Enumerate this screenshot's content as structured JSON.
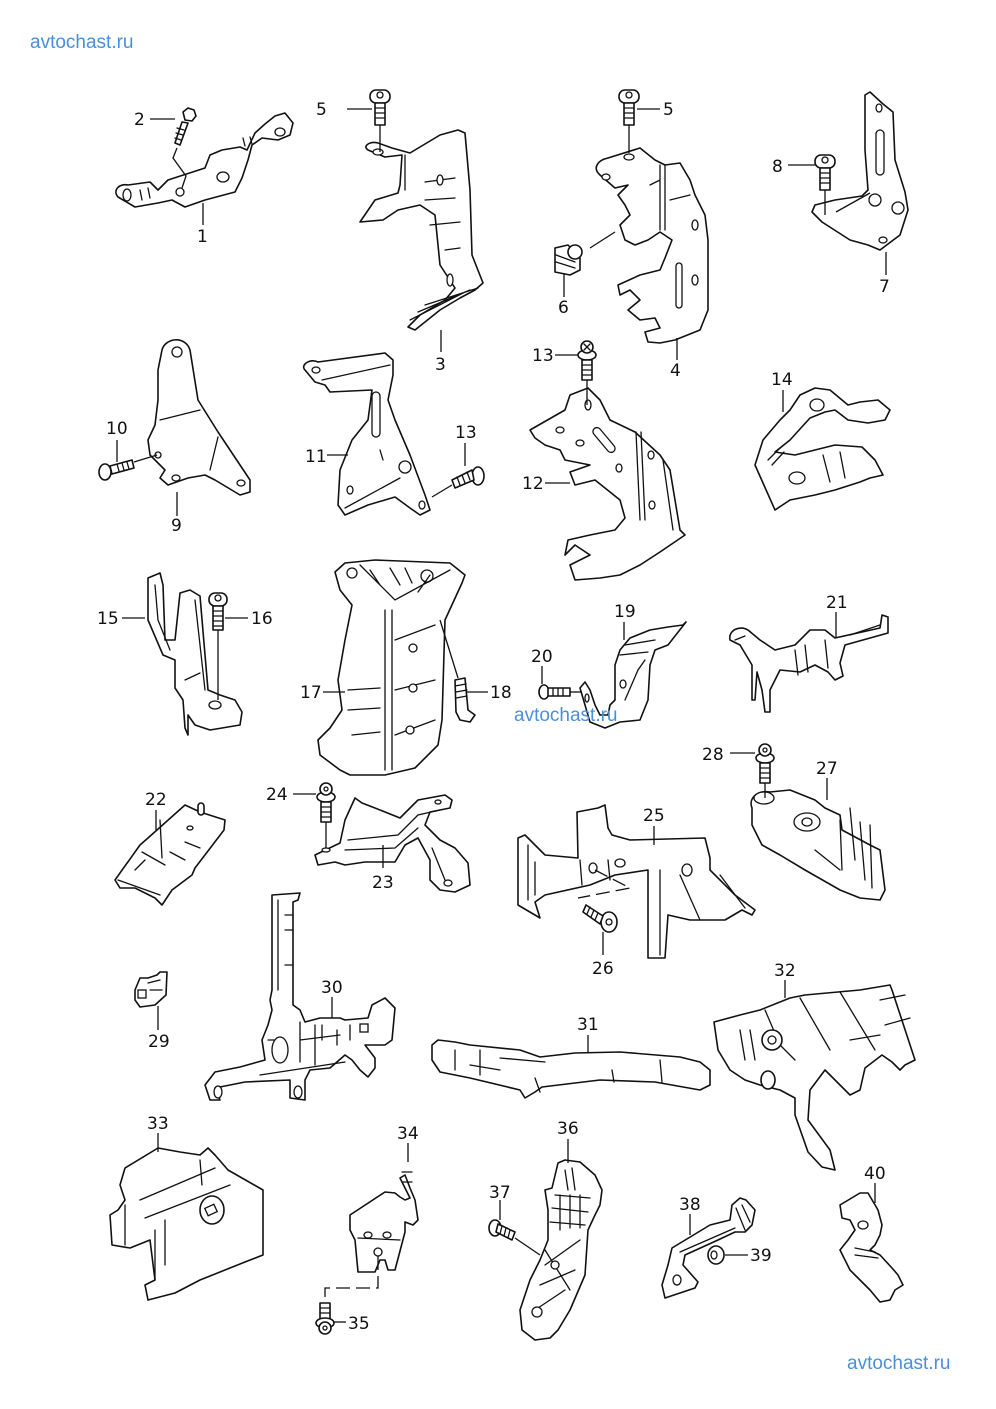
{
  "watermarks": {
    "top": "avtochast.ru",
    "middle": "avtochast.ru",
    "bottom": "avtochast.ru"
  },
  "colors": {
    "watermark": "#4a8fd8",
    "linework": "#111111",
    "background": "#ffffff"
  },
  "callouts": {
    "c1": "1",
    "c2": "2",
    "c3": "3",
    "c4": "4",
    "c5a": "5",
    "c5b": "5",
    "c6": "6",
    "c7": "7",
    "c8": "8",
    "c9": "9",
    "c10": "10",
    "c11": "11",
    "c12": "12",
    "c13a": "13",
    "c13b": "13",
    "c14": "14",
    "c15": "15",
    "c16": "16",
    "c17": "17",
    "c18": "18",
    "c19": "19",
    "c20": "20",
    "c21": "21",
    "c22": "22",
    "c23": "23",
    "c24": "24",
    "c25": "25",
    "c26": "26",
    "c27": "27",
    "c28": "28",
    "c29": "29",
    "c30": "30",
    "c31": "31",
    "c32": "32",
    "c33": "33",
    "c34": "34",
    "c35": "35",
    "c36": "36",
    "c37": "37",
    "c38": "38",
    "c39": "39",
    "c40": "40"
  }
}
